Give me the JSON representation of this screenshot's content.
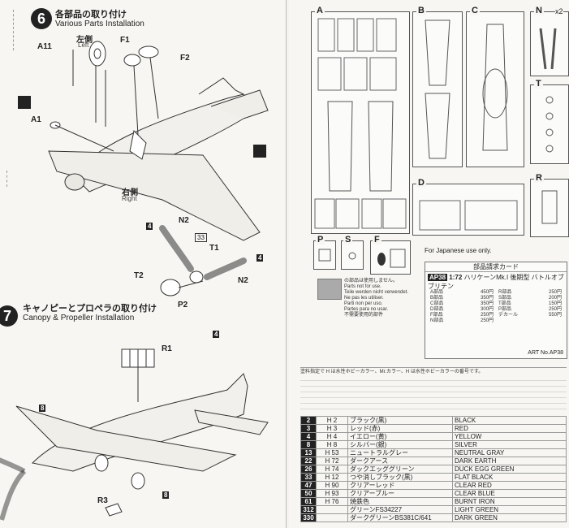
{
  "step6": {
    "number": "6",
    "title_jp": "各部品の取り付け",
    "title_en": "Various Parts Installation"
  },
  "step6_labels": {
    "a11": "A11",
    "left_jp": "左側",
    "left_en": "Left",
    "f1": "F1",
    "f2": "F2",
    "a1": "A1",
    "right_jp": "右側",
    "right_en": "Right",
    "n2_top": "N2",
    "n2_right": "N2",
    "t1": "T1",
    "t2": "T2",
    "p2": "P2",
    "c4_top": "4",
    "c4_right": "4",
    "c4_bottom": "4",
    "c33": "33"
  },
  "step7": {
    "number": "7",
    "title_jp": "キャノピーとプロペラの取り付け",
    "title_en": "Canopy & Propeller Installation"
  },
  "step7_labels": {
    "r1": "R1",
    "r3": "R3",
    "c8_left": "8",
    "c8_right": "8"
  },
  "runners": {
    "a": "A",
    "b": "B",
    "c": "C",
    "n": "N",
    "n_qty": "x2",
    "t": "T",
    "d": "D",
    "r": "R",
    "p": "P",
    "s": "S",
    "f": "F"
  },
  "not_for_use": {
    "jp": "の部品は使用しません。",
    "en": "Parts not for use.",
    "de": "Teile werden nicht verwendet.",
    "fr": "Ne pas les utiliser.",
    "it": "Parti non per uso.",
    "es": "Partes para no usar.",
    "cn": "不需要使用的部件"
  },
  "japanese_use": {
    "title": "For Japanese use only.",
    "card_title": "部品請求カード",
    "product_code": "AP38",
    "scale": "1:72",
    "product_name": "ハリケーンMk.I 後期型 バトルオブブリテン",
    "art_no": "ART No.AP38"
  },
  "parts_price": [
    {
      "part": "A部品",
      "price": "450円"
    },
    {
      "part": "B部品",
      "price": "350円"
    },
    {
      "part": "C部品",
      "price": "350円"
    },
    {
      "part": "D部品",
      "price": "300円"
    },
    {
      "part": "F部品",
      "price": "250円"
    },
    {
      "part": "N部品",
      "price": "250円"
    }
  ],
  "parts_price2": [
    {
      "part": "R部品",
      "price": "250円"
    },
    {
      "part": "S部品",
      "price": "200円"
    },
    {
      "part": "T部品",
      "price": "150円"
    },
    {
      "part": "P部品",
      "price": "250円"
    },
    {
      "part": "デカール",
      "price": "550円"
    }
  ],
  "color_note": "塗料指定で H は水性ホビーカラー、Mr.カラー、H は水性ホビーカラーの番号です。",
  "colors": [
    {
      "id": "2",
      "code": "H 2",
      "jp": "ブラック(黒)",
      "en": "BLACK"
    },
    {
      "id": "3",
      "code": "H 3",
      "jp": "レッド(赤)",
      "en": "RED"
    },
    {
      "id": "4",
      "code": "H 4",
      "jp": "イエロー(黄)",
      "en": "YELLOW"
    },
    {
      "id": "8",
      "code": "H 8",
      "jp": "シルバー(銀)",
      "en": "SILVER"
    },
    {
      "id": "13",
      "code": "H 53",
      "jp": "ニュートラルグレー",
      "en": "NEUTRAL GRAY"
    },
    {
      "id": "22",
      "code": "H 72",
      "jp": "ダークアース",
      "en": "DARK EARTH"
    },
    {
      "id": "26",
      "code": "H 74",
      "jp": "ダックエッググリーン",
      "en": "DUCK EGG GREEN"
    },
    {
      "id": "33",
      "code": "H 12",
      "jp": "つや消しブラック(黒)",
      "en": "FLAT BLACK"
    },
    {
      "id": "47",
      "code": "H 90",
      "jp": "クリアーレッド",
      "en": "CLEAR RED"
    },
    {
      "id": "50",
      "code": "H 93",
      "jp": "クリアーブルー",
      "en": "CLEAR BLUE"
    },
    {
      "id": "61",
      "code": "H 76",
      "jp": "焼鉄色",
      "en": "BURNT IRON"
    },
    {
      "id": "312",
      "code": "",
      "jp": "グリーンFS34227",
      "en": "LIGHT GREEN"
    },
    {
      "id": "330",
      "code": "",
      "jp": "ダークグリーンBS381C/641",
      "en": "DARK GREEN"
    }
  ]
}
